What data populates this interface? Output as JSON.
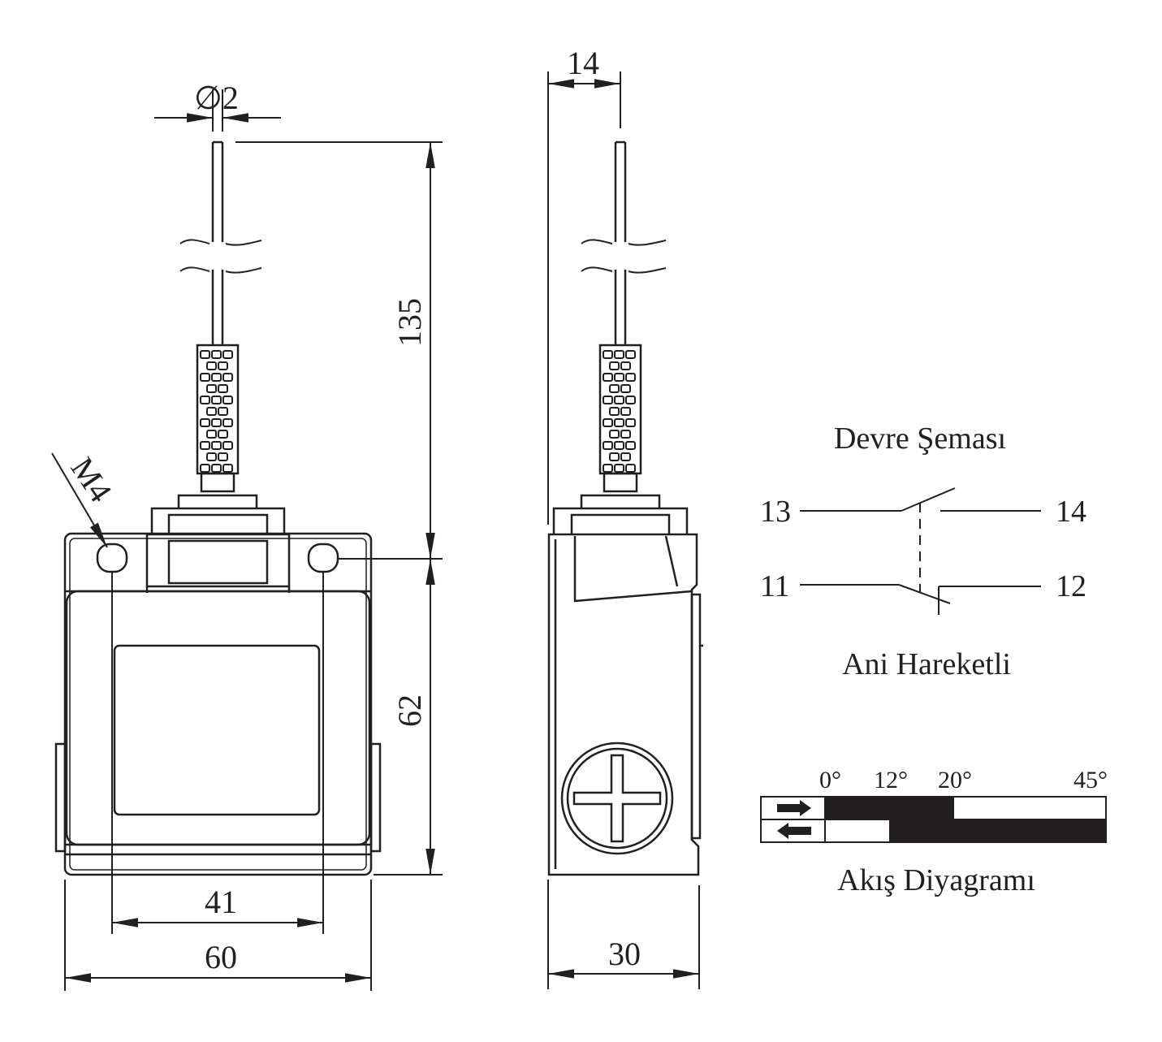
{
  "front_view": {
    "dimensions": {
      "rod_diameter": "∅2",
      "rod_length": "135",
      "body_height": "62",
      "hole_spacing": "41",
      "body_width": "60",
      "thread": "M4"
    }
  },
  "side_view": {
    "dimensions": {
      "top_offset": "14",
      "body_depth": "30"
    }
  },
  "circuit": {
    "title": "Devre Şeması",
    "subtitle": "Ani Hareketli",
    "terminals": {
      "t13": "13",
      "t14": "14",
      "t11": "11",
      "t12": "12"
    }
  },
  "travel": {
    "title": "Akış Diyagramı",
    "angles": [
      "0°",
      "12°",
      "20°",
      "45°"
    ]
  },
  "colors": {
    "ink": "#231f20",
    "paper": "#ffffff"
  }
}
